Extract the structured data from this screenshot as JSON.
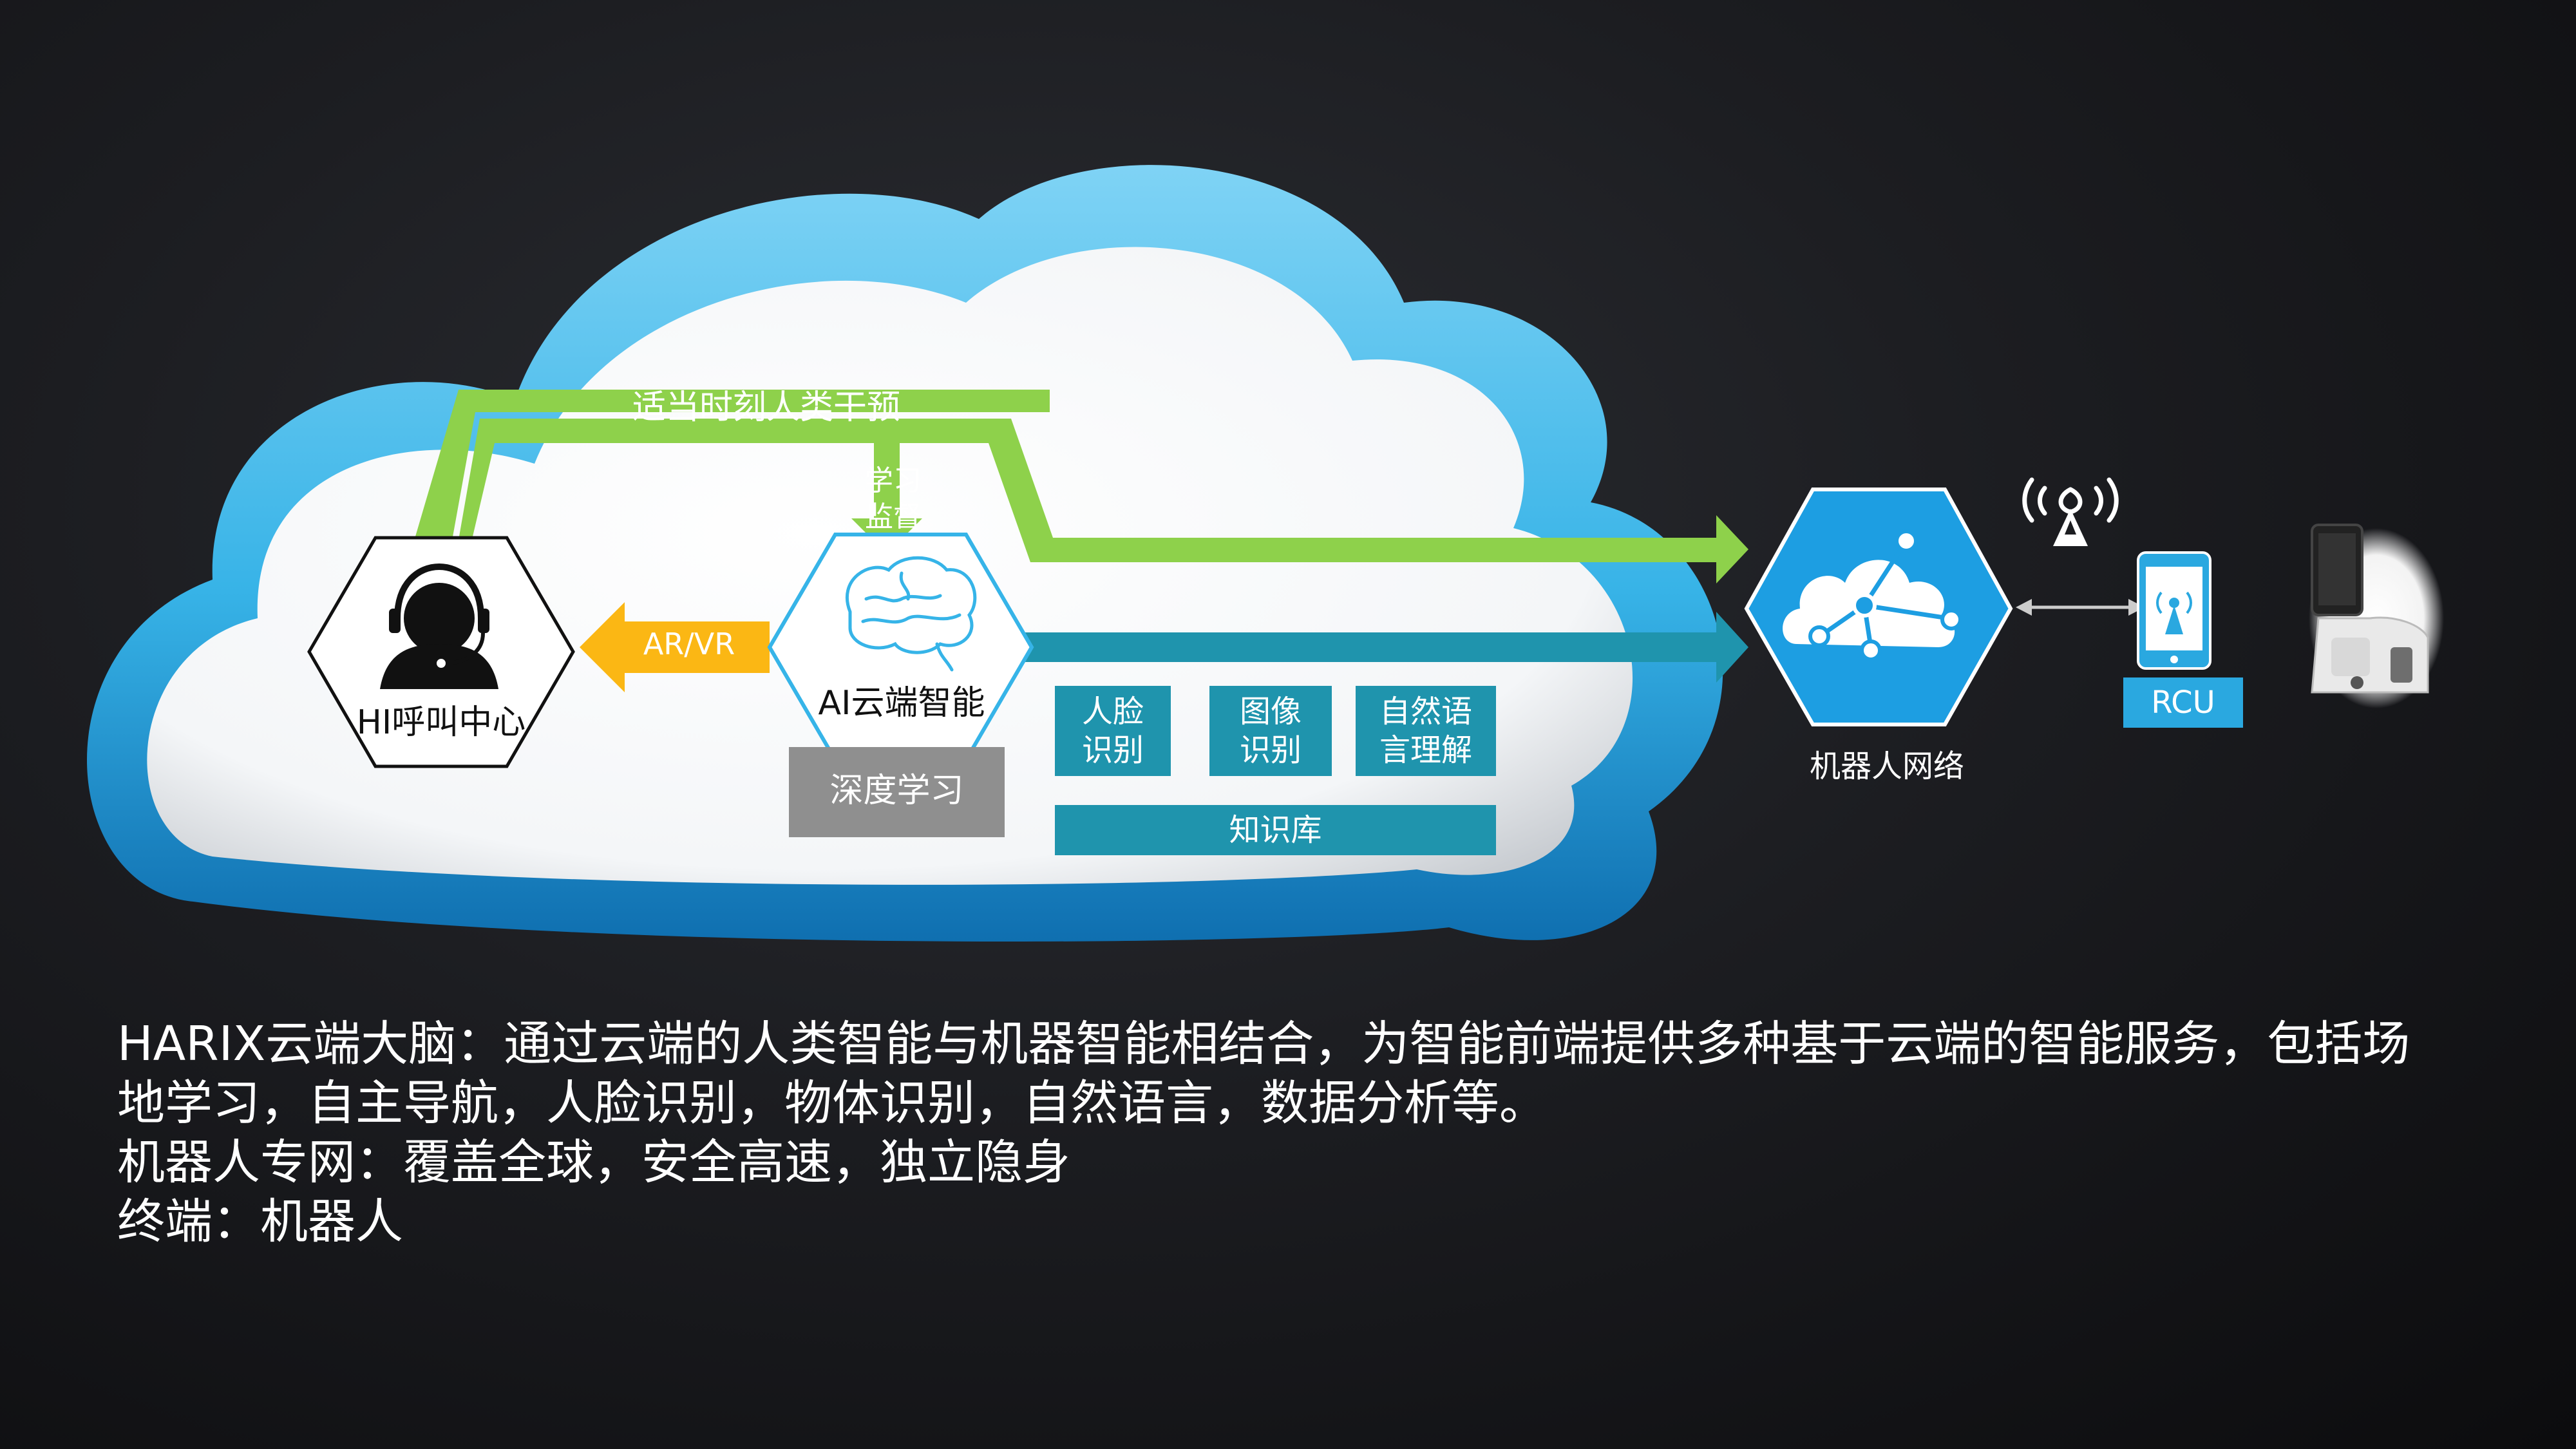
{
  "diagram": {
    "human_intervention": "适当时刻人类干预",
    "learning_supervision_line1": "学习",
    "learning_supervision_line2": "监督",
    "arvr": "AR/VR",
    "hi_call_center": "HI呼叫中心",
    "ai_cloud": "AI云端智能",
    "deep_learning": "深度学习",
    "face_line1": "人脸",
    "face_line2": "识别",
    "image_line1": "图像",
    "image_line2": "识别",
    "nlp_line1": "自然语",
    "nlp_line2": "言理解",
    "knowledge_base": "知识库",
    "robot_network": "机器人网络",
    "rcu": "RCU"
  },
  "description": {
    "line1": "HARIX云端大脑：通过云端的人类智能与机器智能相结合，为智能前端提供多种基于云端的智能服务，包括场",
    "line2": "地学习，自主导航，人脸识别，物体识别，自然语言，数据分析等。",
    "line3": "机器人专网：覆盖全球，安全高速，独立隐身",
    "line4": "终端：机器人"
  },
  "colors": {
    "green": "#8ed14b",
    "orange": "#fbb714",
    "teal": "#1f94ad",
    "cloud_blue": "#36b4e8",
    "network_blue": "#1d9ee2",
    "gray_box": "#8f8f8f"
  },
  "icons": [
    "headset-agent-icon",
    "brain-icon",
    "cloud-network-icon",
    "signal-tower-icon",
    "phone-signal-icon",
    "robot-photo"
  ]
}
